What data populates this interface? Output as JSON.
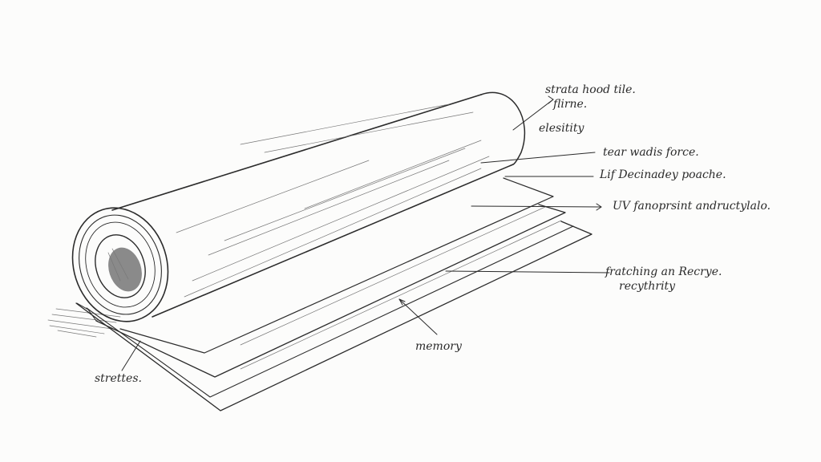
{
  "labels": {
    "l1a": "strata hood tile.",
    "l1b": "flirne.",
    "l2": "elesitity",
    "l3": "tear wadis force.",
    "l4": "Lif Decinadey poache.",
    "l5": "UV fanoprsint andructylalo.",
    "l6a": "fratching an Recrye.",
    "l6b": "recythrity",
    "l7": "memory",
    "l8": "strettes."
  },
  "colors": {
    "ink": "#2b2b2b",
    "paper": "#fcfcfb"
  }
}
